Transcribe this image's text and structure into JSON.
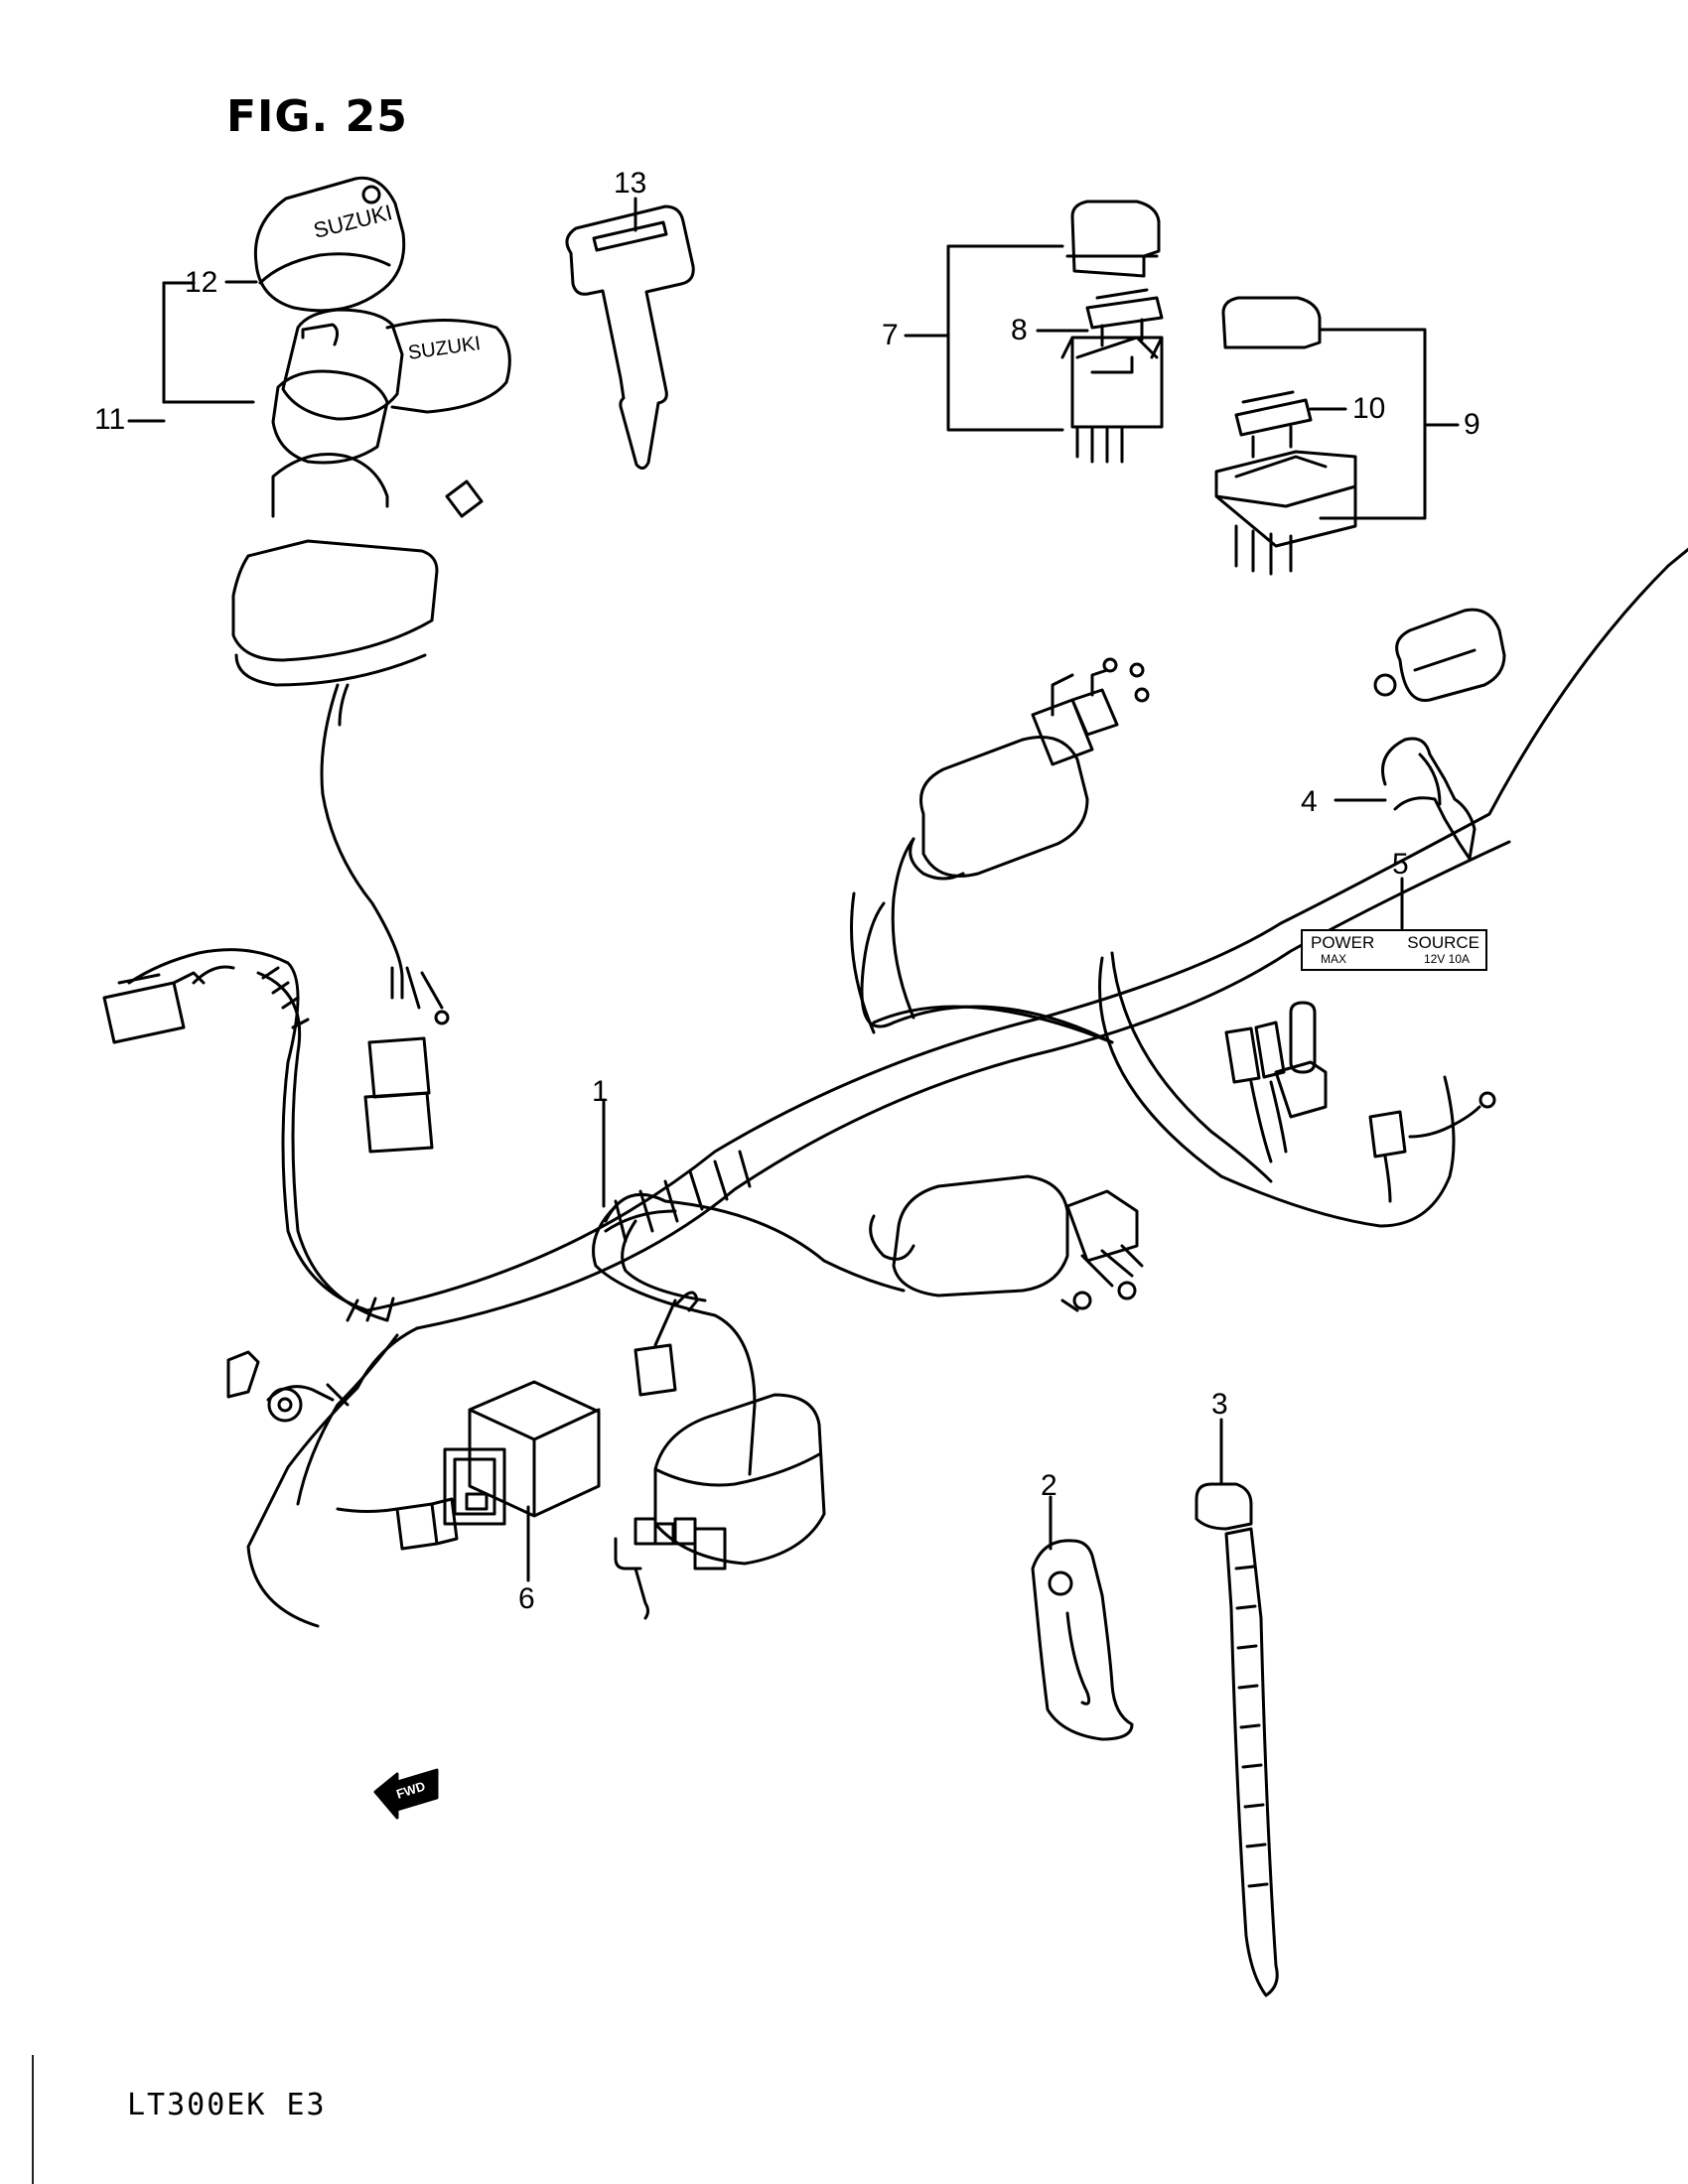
{
  "figure_title": "FIG. 25",
  "footer_model": "LT300EK  E3",
  "callouts": {
    "c1": "1",
    "c2": "2",
    "c3": "3",
    "c4": "4",
    "c5": "5",
    "c6": "6",
    "c7": "7",
    "c8": "8",
    "c9": "9",
    "c10": "10",
    "c11": "11",
    "c12": "12",
    "c13": "13"
  },
  "label_plate": {
    "power": "POWER",
    "source": "SOURCE",
    "max": "MAX",
    "rating": "12V  10A"
  },
  "brand_marks": {
    "cap": "SUZUKI",
    "switch": "SUZUKI",
    "arrow": "FWD"
  }
}
